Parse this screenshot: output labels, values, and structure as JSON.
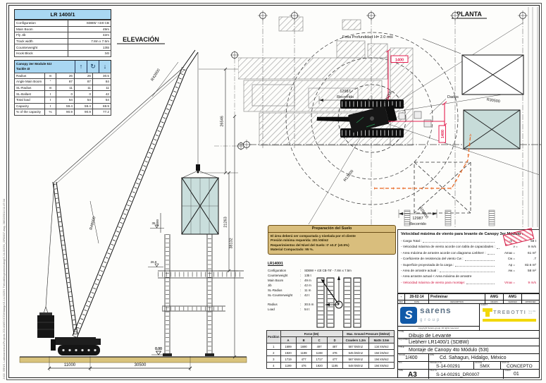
{
  "sheet": {
    "plot_stamp": "J:\\02. SRNS. Latinoamerica\\Projects 2014\\MEXICO\\Hidalgo\\S-14-00291 Trebotti\\Ingenieria\\dwg\\S-14-00291_DR0007.dwg, 28/02/2014 11:47:04"
  },
  "spec_table": {
    "title": "LR 1400/1",
    "rows": [
      {
        "label": "Configuration",
        "value": "SDBW +43t CB"
      },
      {
        "label": "Main Boom",
        "value": "49m"
      },
      {
        "label": "Fly Jib",
        "value": "42m"
      },
      {
        "label": "Track width",
        "value": "7.8m x 7.5m"
      },
      {
        "label": "Counterweight",
        "value": "135t"
      },
      {
        "label": "Hook Block",
        "value": "34t"
      }
    ]
  },
  "load_table": {
    "title": "Canopy 3er Module  51t",
    "subtitle": "Tackle  4t",
    "icons": [
      "↑",
      "↻",
      "↓"
    ],
    "rows": [
      {
        "label": "Radius",
        "unit": "m",
        "v0": "26",
        "v1": "26",
        "v2": "30.5"
      },
      {
        "label": "Angle Main Boom",
        "unit": "°",
        "v0": "87",
        "v1": "87",
        "v2": "84"
      },
      {
        "label": "SL-Radius",
        "unit": "m",
        "v0": "11",
        "v1": "11",
        "v2": "11"
      },
      {
        "label": "SL-Ballast",
        "unit": "t",
        "v0": "0",
        "v1": "0",
        "v2": "42"
      },
      {
        "label": "Total load",
        "unit": "t",
        "v0": "54",
        "v1": "54",
        "v2": "54"
      },
      {
        "label": "Capacity",
        "unit": "t",
        "v0": "59.4",
        "v1": "59.4",
        "v2": "69.9"
      },
      {
        "label": "% of the capacity",
        "unit": "%",
        "v0": "90.9",
        "v1": "90.9",
        "v2": "77.2"
      }
    ]
  },
  "elevation": {
    "title": "ELEVACIÓN",
    "r_top": "R42600",
    "r_boom": "R48000",
    "dim_hoist": "26546",
    "dim_module": "21263",
    "dim_total": "38132",
    "dim_gap": "1000",
    "lvl_a": "35",
    "lvl_b": "26.8",
    "lvl_zero": "0.00",
    "dim_b_left": "11000",
    "dim_b_right": "30500"
  },
  "plan": {
    "title": "PLANTA",
    "fosa": "Fosa Profundidad H= 2.0 mts",
    "dados": "Dados",
    "rec_val": "12987",
    "rec_lbl": "Recorrido",
    "r1": "R31000",
    "r2": "R30500",
    "r3": "R26000",
    "r4": "R13000",
    "red1": "1400",
    "red2": "1400"
  },
  "soil_box": {
    "title": "Preparación del Suelo",
    "lines": [
      "El área deberá ser compactada y nivelada por el cliente",
      "Presión mínima requerida: 201  kN/m2",
      "Requerimientos del Nivel del Suelo: 0' ±0.3' (±0.5%)",
      "Material Compactado: 95 %."
    ]
  },
  "crane_specs": {
    "title": "LR1400/1",
    "items": [
      {
        "label": "Configuration",
        "value": "SDBW + 43t CB-78' - 7.8m x 7.5m"
      },
      {
        "label": "Counterweight",
        "value": "135 t"
      },
      {
        "label": "Main Boom",
        "value": "49 m"
      },
      {
        "label": "Jib",
        "value": "42 m"
      },
      {
        "label": "SL-Radius",
        "value": "11 m"
      },
      {
        "label": "SL-Counterweight",
        "value": "42 t"
      },
      {
        "label": "Radius",
        "value": "30.5 m"
      },
      {
        "label": "Load",
        "value": "54 t"
      }
    ]
  },
  "pressure_table": {
    "headers": {
      "position": "Position",
      "force": "Force (kN)",
      "pressure": "Max. Ground Pressure (kN/m2)",
      "a": "A",
      "b": "B",
      "c": "C",
      "d": "D",
      "crawlers": "Crawlers 1.2m",
      "matts": "Matts 3.5m"
    },
    "rows": [
      [
        "1",
        "1699",
        "1690",
        "497",
        "487",
        "587 kN/m2",
        "134 kN/m2"
      ],
      [
        "2",
        "1920",
        "1199",
        "1198",
        "476",
        "545 kN/m2",
        "194 kN/m2"
      ],
      [
        "3",
        "1719",
        "477",
        "1717",
        "477",
        "567 kN/m2",
        "194 kN/m2"
      ],
      [
        "4",
        "1199",
        "476",
        "1920",
        "1195",
        "548 kN/m2",
        "194 kN/m2"
      ]
    ]
  },
  "wind_box": {
    "title": "Velocidad máxima de viento para levante de Canopy 3er Módulo :",
    "rows": [
      {
        "label": "- Carga Total :",
        "sym": "m  =",
        "val": "58 t"
      },
      {
        "label": "- Velocidad máxima de viento acorde con tabla de capacidades :",
        "sym": "v  =",
        "val": "9 m/s"
      },
      {
        "label": "- Area máxima de arrastre  acorde con diagrama Liebherr :",
        "sym": "Amax =",
        "val": "61 m²"
      },
      {
        "label": "- Coeficiente de resistencia del viento Cw :",
        "sym": "Cw =",
        "val": ".7"
      },
      {
        "label": "- Superficie proyectada de la carga :",
        "sym": "Ap =",
        "val": "82.6 m²"
      },
      {
        "label": "- Area de arrastre actual :",
        "sym": "Aw =",
        "val": "58 m²"
      },
      {
        "label": "- Area arrastre actual < Area máxima de arrastre",
        "sym": "",
        "val": ""
      },
      {
        "label": "- Velocidad máxima de viento para montaje:",
        "sym": "Vmax =",
        "val": "9 m/s"
      }
    ]
  },
  "titleblock": {
    "rev": {
      "rev": "-",
      "date": "28-02-14",
      "desc": "Preliminar",
      "drawn": "AMG",
      "verified": "AMG",
      "approved": ""
    },
    "revh": {
      "rev": "REV.",
      "date": "DATE",
      "desc": "DESCRIPTION",
      "drawn": "DRAWN",
      "verified": "VERIFIED",
      "approved": "APPROVED"
    },
    "sarens": {
      "letter": "S",
      "name": "sarens",
      "group": "group",
      "copyright": "Copyright Sarens group. All rights reserved."
    },
    "client_label": "CLIENT",
    "client": {
      "name": "TREBOTTI",
      "sub": "S.A. DE C.V."
    },
    "f_type": {
      "label": "TYPE",
      "value": "Dibujo de Levante"
    },
    "f_equip": {
      "label": "EQUIPMENT",
      "value": "Liebherr LR1400/1 (SDBW)"
    },
    "f_title": {
      "label": "TITLE",
      "value": "Montaje de Canopy 4to Módulo (53t)"
    },
    "f_scale": {
      "label": "SCALE",
      "value": "1/400"
    },
    "f_site": {
      "label": "SITE",
      "value": "Cd. Sahagun, Hidalgo, México"
    },
    "f_po": {
      "label": "P.O.",
      "value": ""
    },
    "f_proj": {
      "label": "PROJECT No",
      "value": "S-14-00291"
    },
    "f_office": {
      "label": "OFFICE",
      "value": "SMX"
    },
    "f_status": {
      "label": "STATUS",
      "value": "CONCEPTO"
    },
    "f_size": {
      "label": "SIZE",
      "value": "A3"
    },
    "f_file": {
      "label": "FILE No",
      "value": "S-14-00291_DR0007"
    },
    "f_sheet": {
      "label": "SHEET",
      "value": "01"
    }
  }
}
